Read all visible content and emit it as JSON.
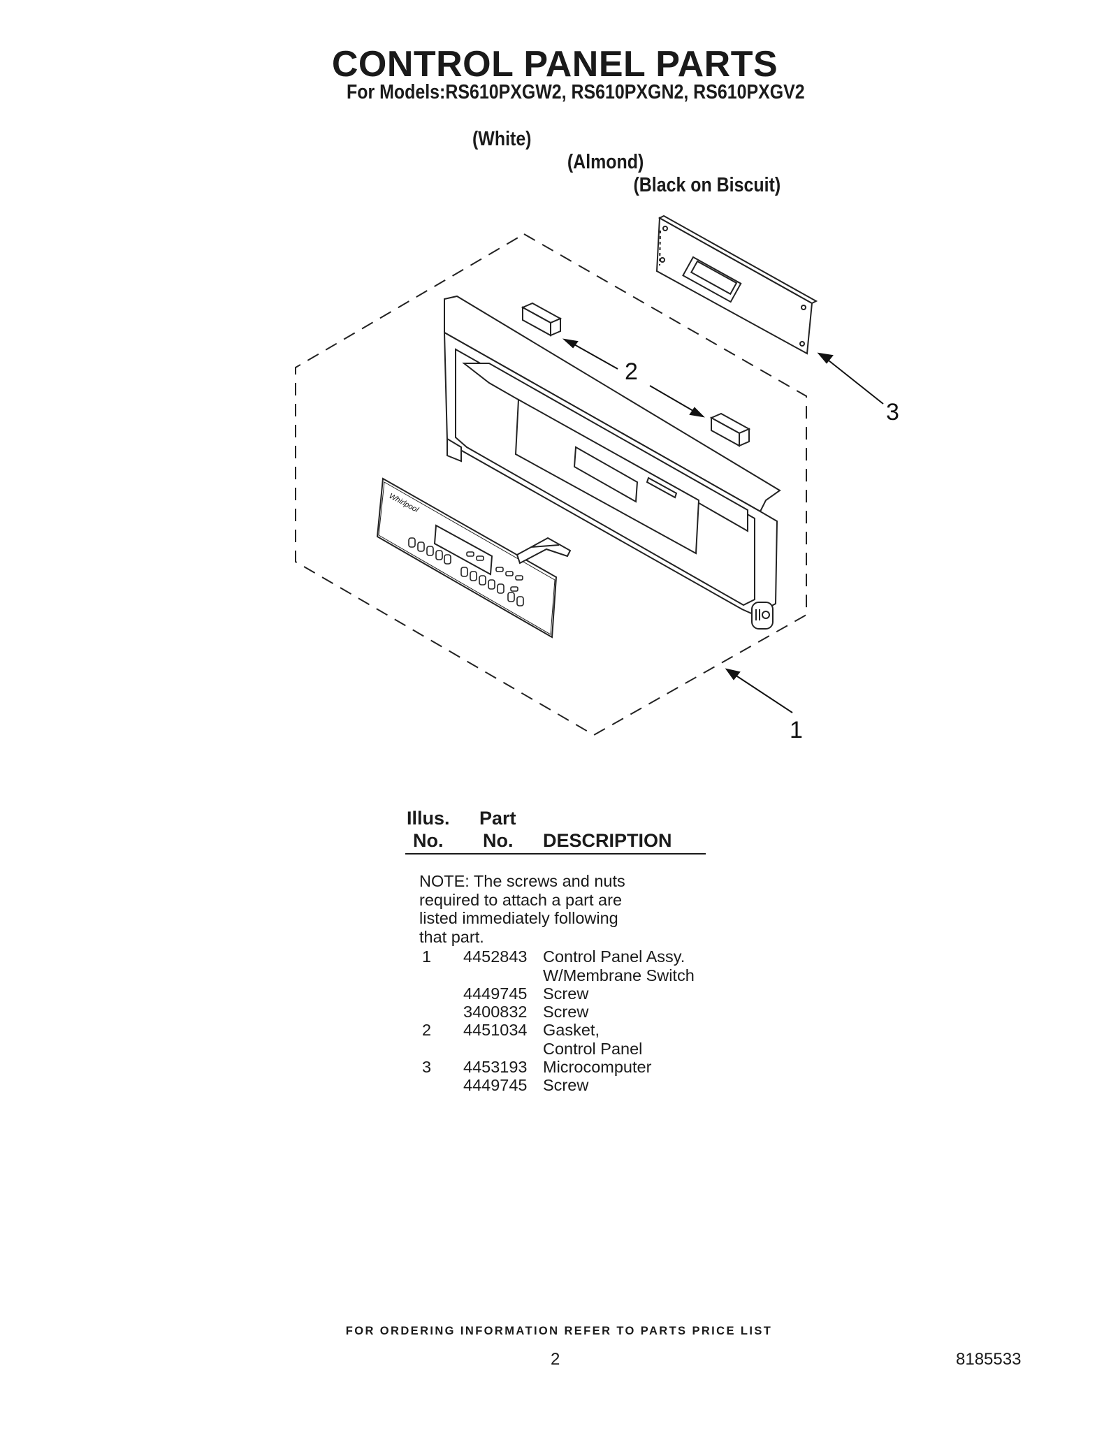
{
  "header": {
    "title": "CONTROL PANEL PARTS",
    "models_line": "For Models:RS610PXGW2, RS610PXGN2, RS610PXGV2",
    "variants": [
      "(White)",
      "(Almond)",
      "(Black on Biscuit)"
    ]
  },
  "diagram": {
    "callouts": [
      "1",
      "2",
      "3"
    ],
    "logo_text": "Whirlpool"
  },
  "parts_table": {
    "headers": {
      "illus_line1": "Illus.",
      "illus_line2": "No.",
      "part_line1": "Part",
      "part_line2": "No.",
      "description": "DESCRIPTION"
    },
    "note": "NOTE: The screws and nuts\nrequired to attach a part are\nlisted immediately following\n that part.",
    "rows": [
      {
        "illus": "1",
        "part": "4452843",
        "description": "Control Panel Assy.\nW/Membrane Switch"
      },
      {
        "illus": "",
        "part": "4449745",
        "description": "Screw"
      },
      {
        "illus": "",
        "part": "3400832",
        "description": "Screw"
      },
      {
        "illus": "2",
        "part": "4451034",
        "description": "Gasket,\nControl Panel"
      },
      {
        "illus": "3",
        "part": "4453193",
        "description": "Microcomputer"
      },
      {
        "illus": "",
        "part": "4449745",
        "description": "Screw"
      }
    ]
  },
  "footer": {
    "ordering_note": "FOR ORDERING INFORMATION REFER TO PARTS PRICE LIST",
    "page_number": "2",
    "document_number": "8185533"
  }
}
